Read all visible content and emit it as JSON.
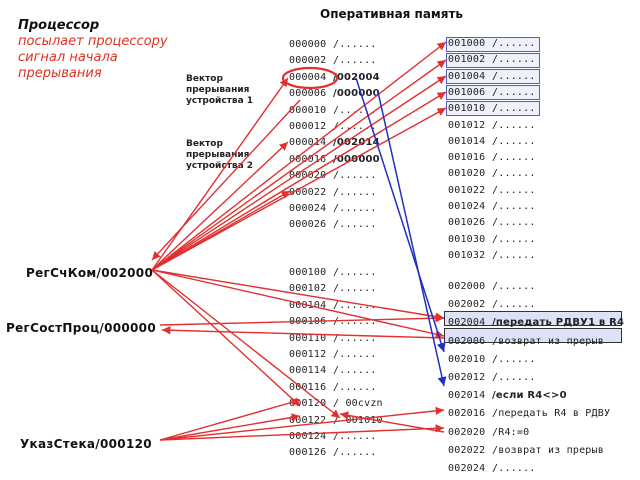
{
  "title": "Оперативная память",
  "intro": {
    "lead": "Процессор",
    "body": "посылает процессору сигнал начала прерывания"
  },
  "vectors": [
    {
      "label": "Вектор прерывания устройства 1"
    },
    {
      "label": "Вектор прерывания устройства 2"
    }
  ],
  "registers": {
    "pc": "РегСчКом/002000",
    "ps": "РегСостПроц/000000",
    "sp": "УказСтека/000120"
  },
  "memory_left_top": [
    {
      "addr": "000000",
      "val": "/......"
    },
    {
      "addr": "000002",
      "val": "/......"
    },
    {
      "addr": "000004",
      "val": "/002004"
    },
    {
      "addr": "000006",
      "val": "/000000"
    },
    {
      "addr": "000010",
      "val": "/......"
    },
    {
      "addr": "000012",
      "val": "/......"
    },
    {
      "addr": "000014",
      "val": "/002014"
    },
    {
      "addr": "000016",
      "val": "/000000"
    },
    {
      "addr": "000020",
      "val": "/......"
    },
    {
      "addr": "000022",
      "val": "/......"
    },
    {
      "addr": "000024",
      "val": "/......"
    },
    {
      "addr": "000026",
      "val": "/......"
    }
  ],
  "memory_left_bottom": [
    {
      "addr": "000100",
      "val": "/......"
    },
    {
      "addr": "000102",
      "val": "/......"
    },
    {
      "addr": "000104",
      "val": "/......"
    },
    {
      "addr": "000106",
      "val": "/......"
    },
    {
      "addr": "000110",
      "val": "/......"
    },
    {
      "addr": "000112",
      "val": "/......"
    },
    {
      "addr": "000114",
      "val": "/......"
    },
    {
      "addr": "000116",
      "val": "/......"
    },
    {
      "addr": "000120",
      "val": "/ 00cvzn"
    },
    {
      "addr": "000122",
      "val": "/ 001010"
    },
    {
      "addr": "000124",
      "val": "/......"
    },
    {
      "addr": "000126",
      "val": "/......"
    }
  ],
  "memory_right_top": [
    {
      "addr": "001000",
      "val": "/......"
    },
    {
      "addr": "001002",
      "val": "/......"
    },
    {
      "addr": "001004",
      "val": "/......"
    },
    {
      "addr": "001006",
      "val": "/......"
    },
    {
      "addr": "001010",
      "val": "/......"
    },
    {
      "addr": "001012",
      "val": "/......"
    },
    {
      "addr": "001014",
      "val": "/......"
    },
    {
      "addr": "001016",
      "val": "/......"
    },
    {
      "addr": "001020",
      "val": "/......"
    },
    {
      "addr": "001022",
      "val": "/......"
    },
    {
      "addr": "001024",
      "val": "/......"
    },
    {
      "addr": "001026",
      "val": "/......"
    },
    {
      "addr": "001030",
      "val": "/......"
    },
    {
      "addr": "001032",
      "val": "/......"
    }
  ],
  "memory_right_bottom": [
    {
      "addr": "002000",
      "val": "/......"
    },
    {
      "addr": "002002",
      "val": "/......"
    },
    {
      "addr": "002004",
      "val": "/передать РДВУ1 в R4"
    },
    {
      "addr": "002006",
      "val": "/возврат из прерыв"
    },
    {
      "addr": "002010",
      "val": "/......"
    },
    {
      "addr": "002012",
      "val": "/......"
    },
    {
      "addr": "002014",
      "val": "/если R4<>0"
    },
    {
      "addr": "002016",
      "val": "/передать R4 в РДВУ"
    },
    {
      "addr": "002020",
      "val": "/R4:=0"
    },
    {
      "addr": "002022",
      "val": "/возврат из прерыв"
    },
    {
      "addr": "002024",
      "val": "/......"
    }
  ],
  "colors": {
    "arrow": "#e03030",
    "blue": "#2030c0",
    "accent": "#e03020"
  }
}
